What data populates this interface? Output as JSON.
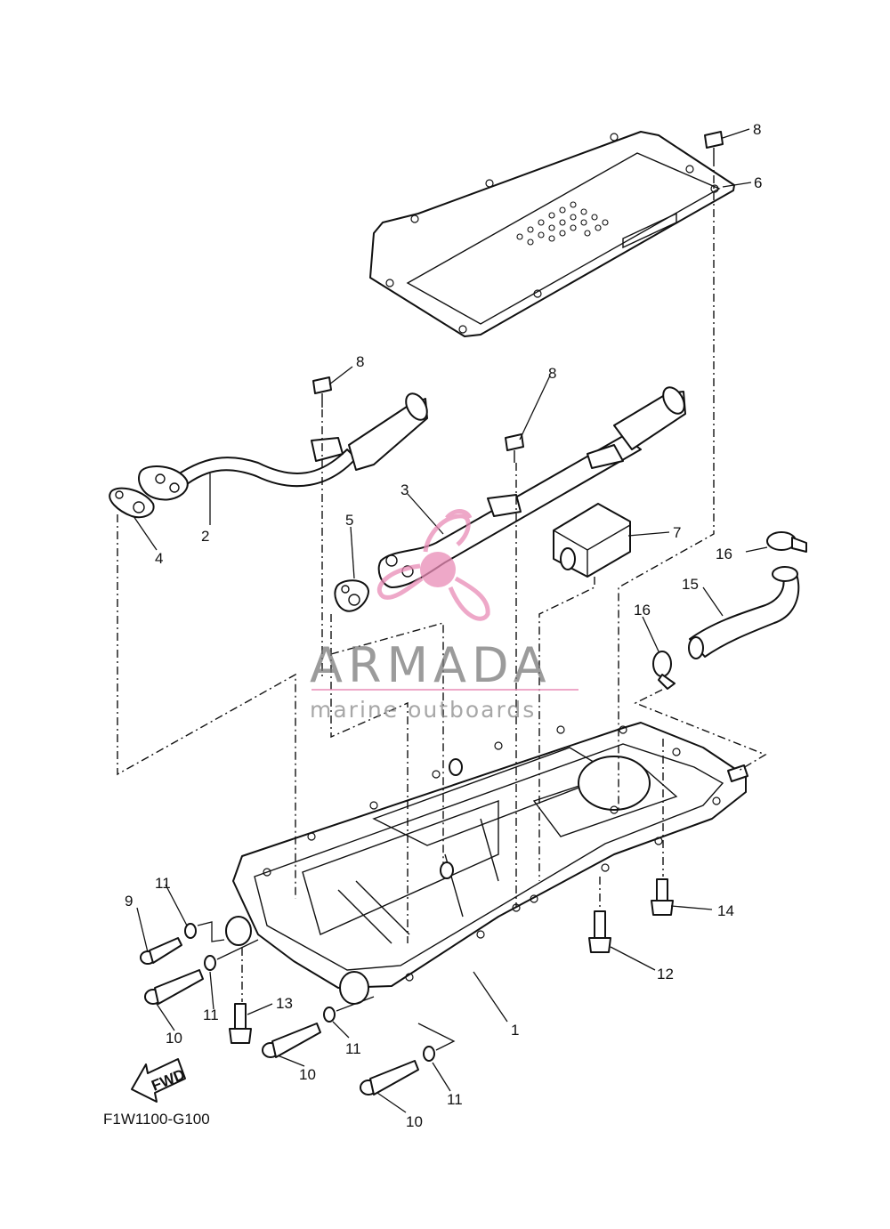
{
  "diagram": {
    "code": "F1W1100-G100",
    "fwd_label": "FWD"
  },
  "watermark": {
    "brand": "ARMADA",
    "tagline": "marine outboards",
    "logo_color": "#e98bb6",
    "text_color": "#7a7a7a"
  },
  "callouts": [
    {
      "key": "c1",
      "label": "1"
    },
    {
      "key": "c2",
      "label": "2"
    },
    {
      "key": "c3",
      "label": "3"
    },
    {
      "key": "c4",
      "label": "4"
    },
    {
      "key": "c5",
      "label": "5"
    },
    {
      "key": "c6",
      "label": "6"
    },
    {
      "key": "c7",
      "label": "7"
    },
    {
      "key": "c8a",
      "label": "8"
    },
    {
      "key": "c8b",
      "label": "8"
    },
    {
      "key": "c8c",
      "label": "8"
    },
    {
      "key": "c9",
      "label": "9"
    },
    {
      "key": "c10a",
      "label": "10"
    },
    {
      "key": "c10b",
      "label": "10"
    },
    {
      "key": "c10c",
      "label": "10"
    },
    {
      "key": "c11a",
      "label": "11"
    },
    {
      "key": "c11b",
      "label": "11"
    },
    {
      "key": "c11c",
      "label": "11"
    },
    {
      "key": "c11d",
      "label": "11"
    },
    {
      "key": "c12",
      "label": "12"
    },
    {
      "key": "c13",
      "label": "13"
    },
    {
      "key": "c14",
      "label": "14"
    },
    {
      "key": "c15",
      "label": "15"
    },
    {
      "key": "c16a",
      "label": "16"
    },
    {
      "key": "c16b",
      "label": "16"
    }
  ]
}
